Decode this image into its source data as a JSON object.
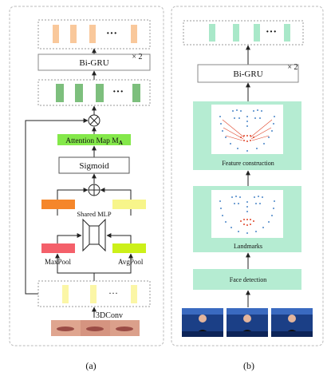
{
  "panel_a": {
    "caption": "(a)",
    "bigru_label": "Bi-GRU",
    "bigru_repeat": "× 2",
    "ellipsis": "···",
    "attention_prefix": "Attention Map M",
    "attention_sub": "A",
    "sigmoid_label": "Sigmoid",
    "shared_mlp_label": "Shared MLP",
    "maxpool_label": "MaxPool",
    "avgpool_label": "AvgPool",
    "conv_label": "3DConv",
    "multiply_symbol": "⊗",
    "add_symbol": "⊕"
  },
  "panel_b": {
    "caption": "(b)",
    "bigru_label": "Bi-GRU",
    "bigru_repeat": "× 2",
    "ellipsis": "···",
    "feature_label": "Feature construction",
    "landmarks_label": "Landmarks",
    "face_detection_label": "Face detection"
  },
  "colors": {
    "orange_bar": "#f9c89b",
    "green_bar": "#7dbf7d",
    "light_green_bar": "#a9e8c9",
    "attention_green": "#84e84a",
    "panel_green": "#b5ecd2",
    "orange_block": "#f5862a",
    "yellow_block": "#f7f58a",
    "red_block": "#f4606a",
    "lime_block": "#ccf019",
    "input_yellow": "#fbf6a6"
  }
}
